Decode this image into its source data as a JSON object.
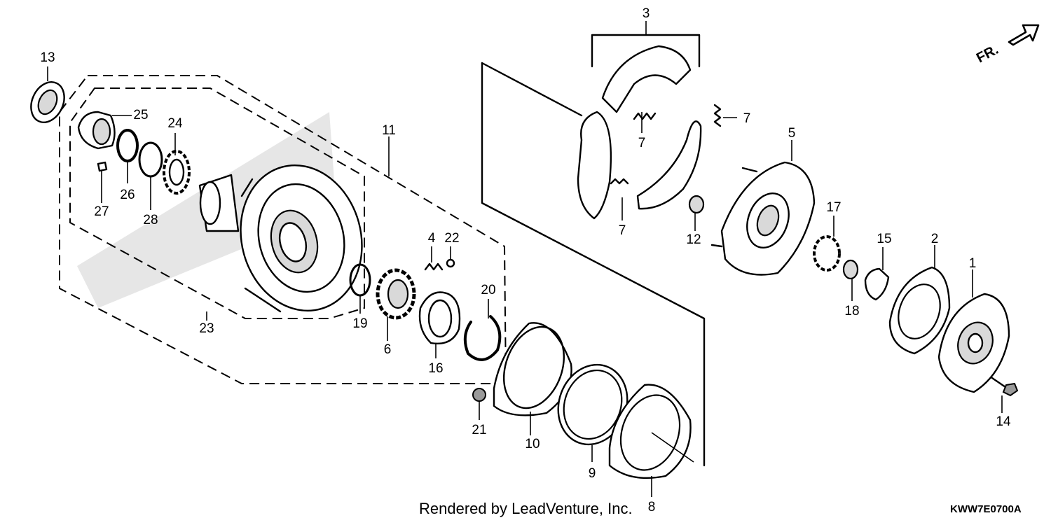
{
  "callouts": [
    {
      "id": "13",
      "text": "13"
    },
    {
      "id": "25",
      "text": "25"
    },
    {
      "id": "24",
      "text": "24"
    },
    {
      "id": "26",
      "text": "26"
    },
    {
      "id": "27",
      "text": "27"
    },
    {
      "id": "28",
      "text": "28"
    },
    {
      "id": "11",
      "text": "11"
    },
    {
      "id": "23",
      "text": "23"
    },
    {
      "id": "4",
      "text": "4"
    },
    {
      "id": "22",
      "text": "22"
    },
    {
      "id": "19",
      "text": "19"
    },
    {
      "id": "6",
      "text": "6"
    },
    {
      "id": "20",
      "text": "20"
    },
    {
      "id": "16",
      "text": "16"
    },
    {
      "id": "21",
      "text": "21"
    },
    {
      "id": "10",
      "text": "10"
    },
    {
      "id": "9",
      "text": "9"
    },
    {
      "id": "8",
      "text": "8"
    },
    {
      "id": "3",
      "text": "3"
    },
    {
      "id": "7a",
      "text": "7"
    },
    {
      "id": "7b",
      "text": "7"
    },
    {
      "id": "7c",
      "text": "7"
    },
    {
      "id": "5",
      "text": "5"
    },
    {
      "id": "12",
      "text": "12"
    },
    {
      "id": "17",
      "text": "17"
    },
    {
      "id": "15",
      "text": "15"
    },
    {
      "id": "18",
      "text": "18"
    },
    {
      "id": "2",
      "text": "2"
    },
    {
      "id": "1",
      "text": "1"
    },
    {
      "id": "14",
      "text": "14"
    }
  ],
  "direction_label": "FR.",
  "footer": {
    "credit": "Rendered by LeadVenture, Inc.",
    "diagram_code": "KWW7E0700A"
  }
}
